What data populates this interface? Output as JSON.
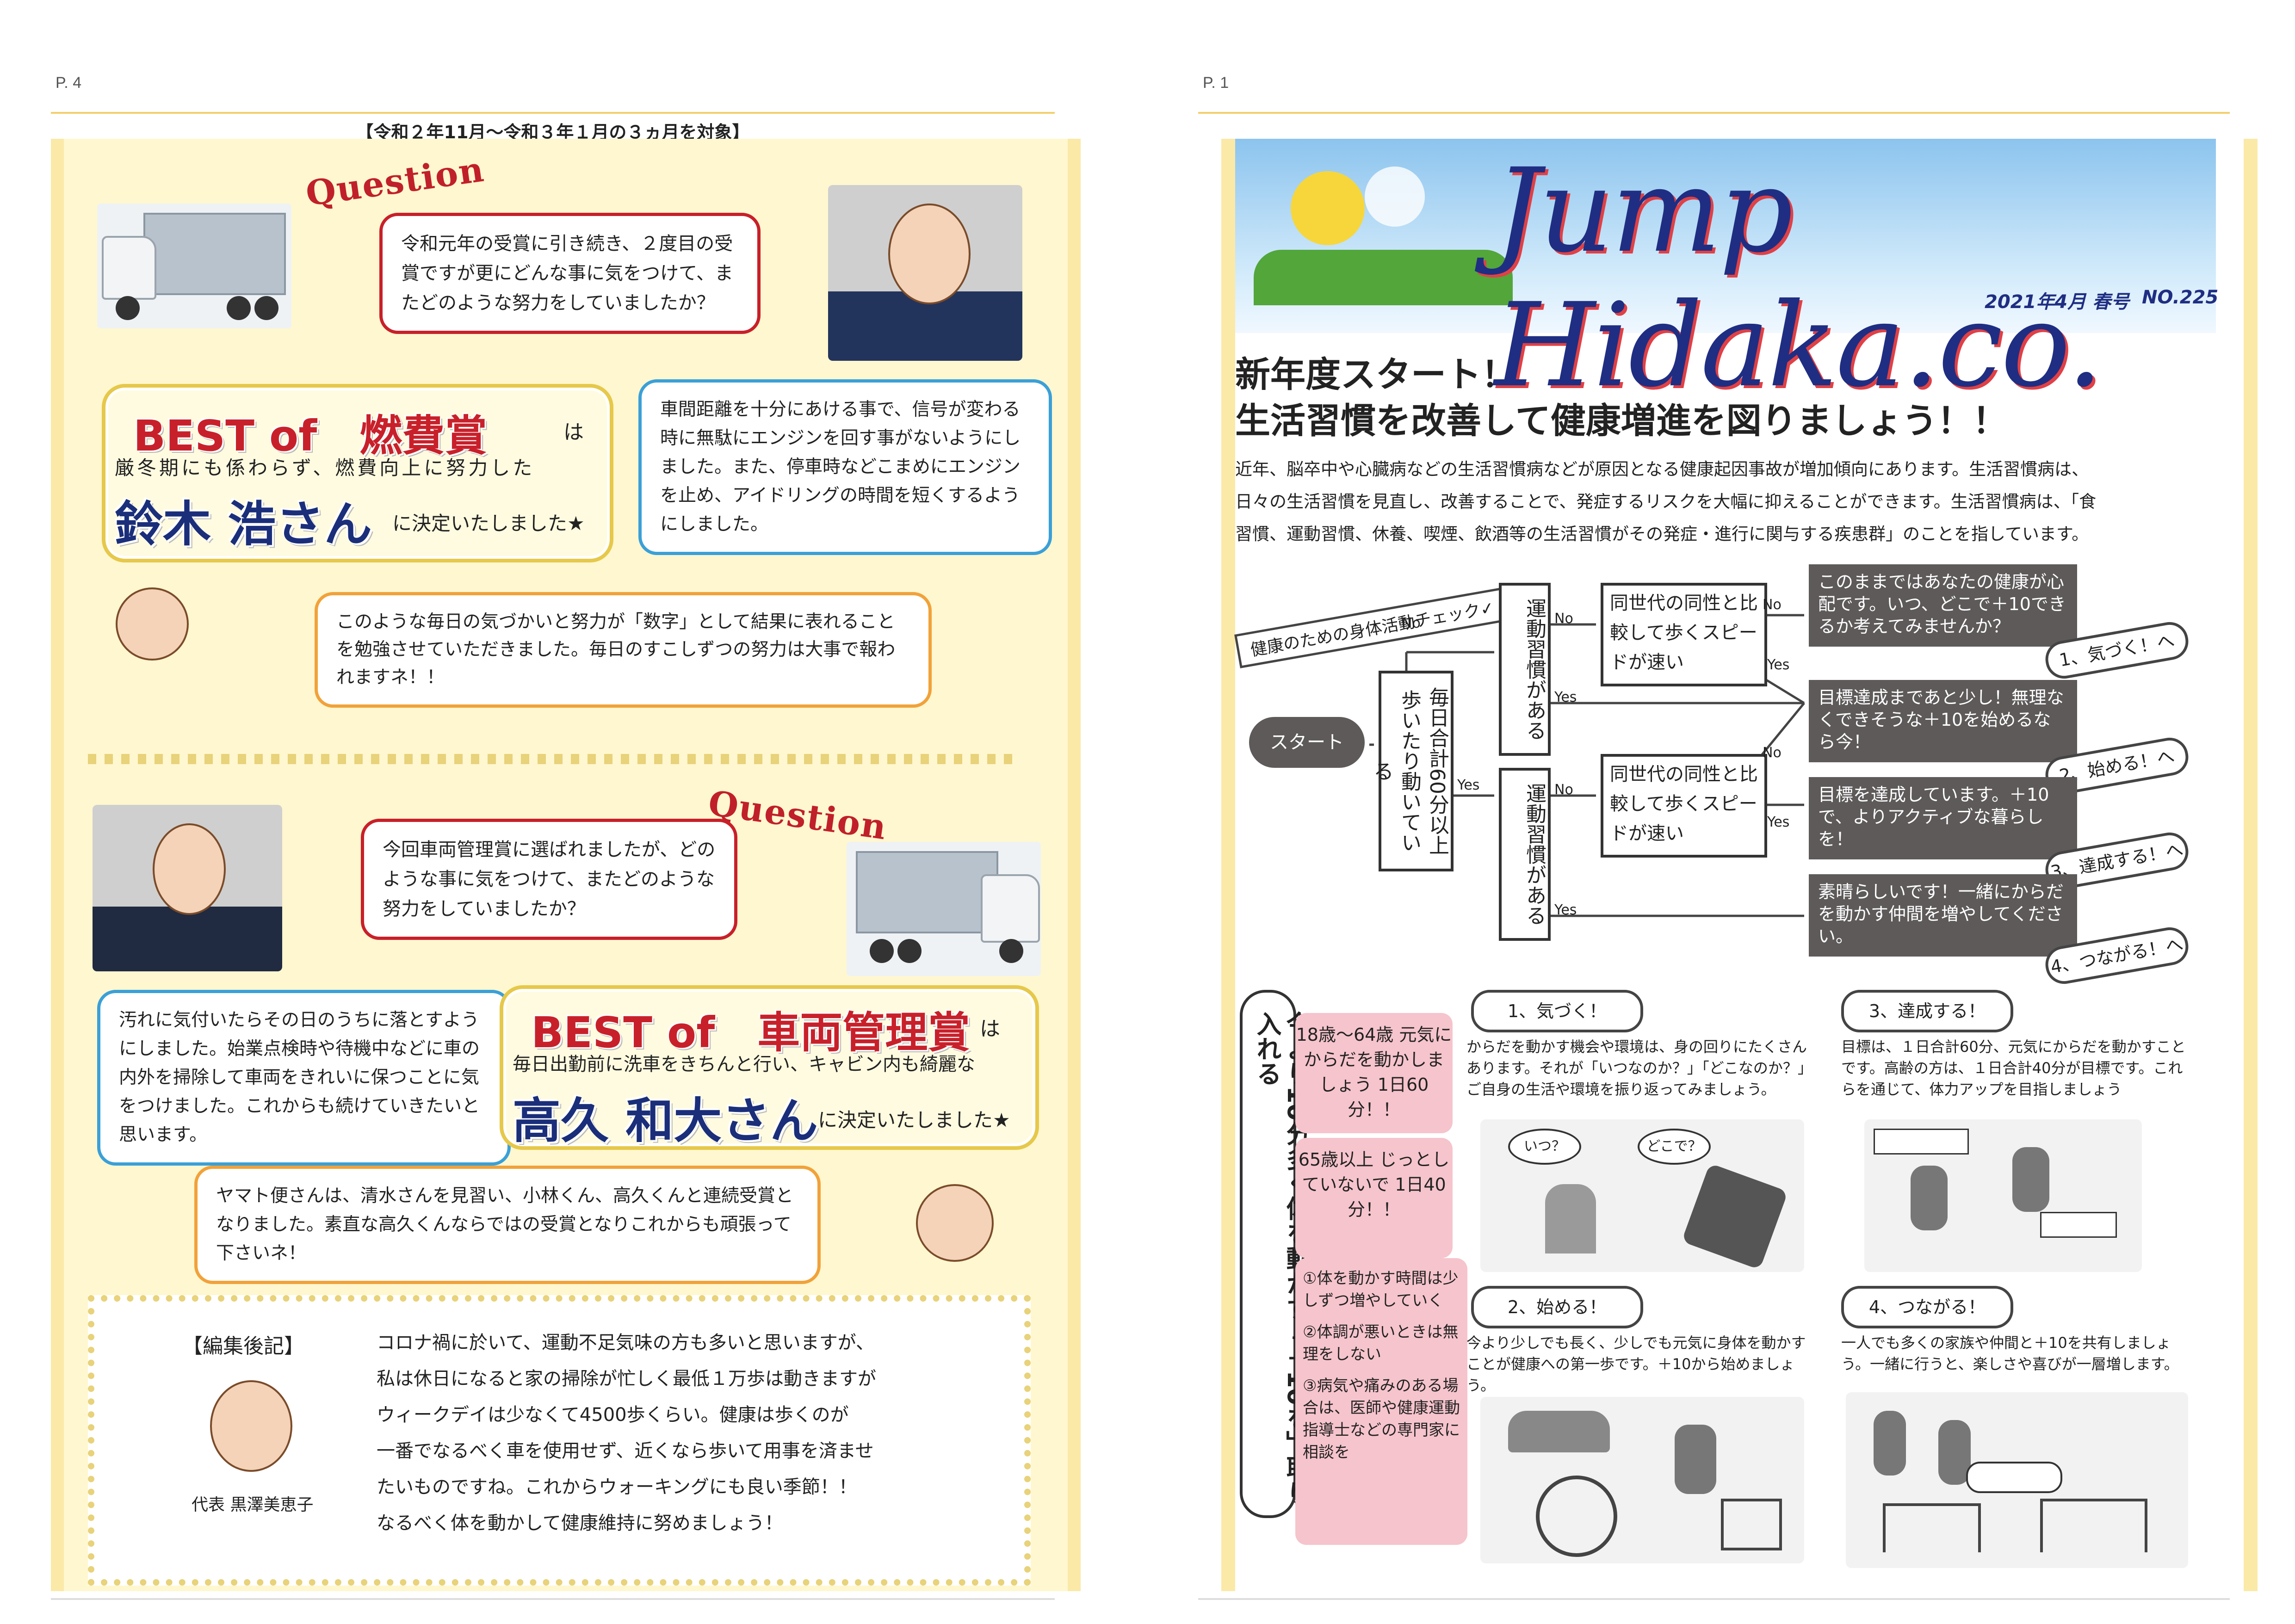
{
  "left_page": {
    "page_num": "P. 4",
    "period": "【令和２年11月～令和３年１月の３ヵ月を対象】",
    "section1": {
      "question_tag": "Question",
      "question": "令和元年の受賞に引き続き、２度目の受賞ですが更にどんな事に気をつけて、またどのような努力をしていましたか？",
      "award_title": "BEST of　燃費賞",
      "award_suffix": "は",
      "award_desc": "厳冬期にも係わらず、燃費向上に努力した",
      "winner": "鈴木 浩さん",
      "decided": "に決定いたしました★",
      "answer": "車間距離を十分にあける事で、信号が変わる時に無駄にエンジンを回す事がないようにしました。また、停車時などこまめにエンジンを止め、アイドリングの時間を短くするようにしました。",
      "comment": "このような毎日の気づかいと努力が「数字」として結果に表れることを勉強させていただきました。毎日のすこしずつの努力は大事で報われますネ！！"
    },
    "section2": {
      "question_tag": "Question",
      "question": "今回車両管理賞に選ばれましたが、どのような事に気をつけて、またどのような努力をしていましたか？",
      "award_title": "BEST of　車両管理賞",
      "award_suffix": "は",
      "award_desc": "毎日出勤前に洗車をきちんと行い、キャビン内も綺麗な",
      "winner": "高久 和大さん",
      "decided": "に決定いたしました★",
      "answer": "汚れに気付いたらその日のうちに落とすようにしました。始業点検時や待機中などに車の内外を掃除して車両をきれいに保つことに気をつけました。これからも続けていきたいと思います。",
      "comment": "ヤマト便さんは、清水さんを見習い、小林くん、高久くんと連続受賞となりました。素直な高久くんならではの受賞となりこれからも頑張って下さいネ！"
    },
    "editor": {
      "heading": "【編集後記】",
      "signature": "代表 黒澤美恵子",
      "lines": [
        "コロナ禍に於いて、運動不足気味の方も多いと思いますが、",
        "私は休日になると家の掃除が忙しく最低１万歩は動きますが",
        "ウィークデイは少なくて4500歩くらい。健康は歩くのが",
        "一番でなるべく車を使用せず、近くなら歩いて用事を済ませ",
        "たいものですね。これからウォーキングにも良い季節！！",
        "なるべく体を動かして健康維持に努めましょう！"
      ]
    }
  },
  "right_page": {
    "page_num": "P. 1",
    "logo": "Jump Hidaka.co.",
    "issue": "2021年4月 春号",
    "issue_no": "NO.225",
    "headline1": "新年度スタート！",
    "headline2": "生活習慣を改善して健康増進を図りましょう！！",
    "intro": [
      "近年、脳卒中や心臓病などの生活習慣病などが原因となる健康起因事故が増加傾向にあります。生活習慣病は、",
      "日々の生活習慣を見直し、改善することで、発症するリスクを大幅に抑えることができます。生活習慣病は、「食",
      "習慣、運動習慣、休養、喫煙、飲酒等の生活習慣がその発症・進行に関与する疾患群」のことを指しています。"
    ],
    "flow": {
      "tag": "健康のための身体活動チェック✓",
      "start": "スタート",
      "q1": "毎日合計60分以上歩いたり動いている",
      "q2a": "運動習慣がある",
      "q2b": "運動習慣がある",
      "q3a": "同世代の同性と比較して歩くスピードが速い",
      "q3b": "同世代の同性と比較して歩くスピードが速い",
      "no": "No",
      "yes": "Yes",
      "r1": "このままではあなたの健康が心配です。いつ、どこで＋10できるか考えてみませんか？",
      "r1_tag": "1、気づく！へ",
      "r2": "目標達成まであと少し！無理なくできそうな＋10を始めるなら今！",
      "r2_tag": "2、始める！へ",
      "r3": "目標を達成しています。＋10で、よりアクティブな暮らしを！",
      "r3_tag": "3、達成する！へ",
      "r4": "素晴らしいです！一緒にからだを動かす仲間を増やしてください。",
      "r4_tag": "4、つながる！へ"
    },
    "vertical_banner": "今より10分多く体を動かす「＋10を」取り入れる",
    "pink1": "18歳～64歳 元気にからだを動かしましょう 1日60分！！",
    "pink2": "65歳以上 じっとしていないで 1日40分！！",
    "pink3": [
      "①体を動かす時間は少しずつ増やしていく",
      "②体調が悪いときは無理をしない",
      "③病気や痛みのある場合は、医師や健康運動指導士などの専門家に相談を"
    ],
    "steps": [
      {
        "label": "1、気づく！",
        "text": "からだを動かす機会や環境は、身の回りにたくさんあります。それが「いつなのか？」「どこなのか？」ご自身の生活や環境を振り返ってみましょう。"
      },
      {
        "label": "3、達成する！",
        "text": "目標は、１日合計60分、元気にからだを動かすことです。高齢の方は、１日合計40分が目標です。これらを通じて、体力アップを目指しましょう"
      },
      {
        "label": "2、始める！",
        "text": "今より少しでも長く、少しでも元気に身体を動かすことが健康への第一歩です。＋10から始めましょう。"
      },
      {
        "label": "4、つながる！",
        "text": "一人でも多くの家族や仲間と＋10を共有しましょう。一緒に行うと、楽しさや喜びが一層増します。"
      }
    ]
  },
  "colors": {
    "accent_red": "#c8202a",
    "navy": "#1a2e7a",
    "frame_yellow": "#fbe9a8"
  }
}
